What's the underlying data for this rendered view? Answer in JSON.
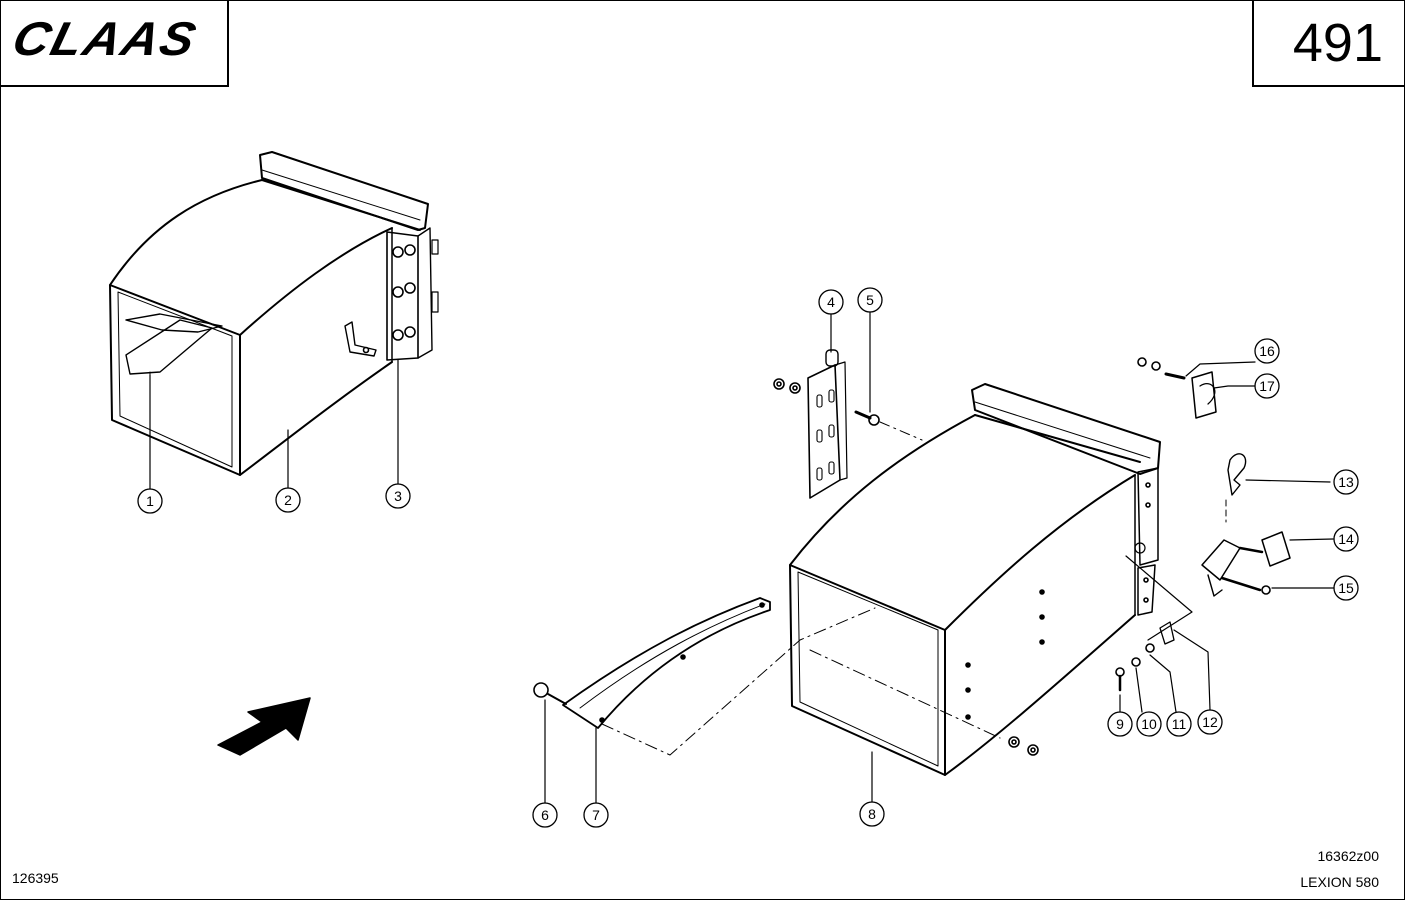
{
  "header": {
    "brand": "CLAAS",
    "page_number": "491"
  },
  "footer": {
    "left_code": "126395",
    "right_code": "16362z00",
    "model": "LEXION 580"
  },
  "callouts": [
    "1",
    "2",
    "3",
    "4",
    "5",
    "6",
    "7",
    "8",
    "9",
    "10",
    "11",
    "12",
    "13",
    "14",
    "15",
    "16",
    "17"
  ],
  "colors": {
    "line": "#000000",
    "background": "#ffffff"
  }
}
